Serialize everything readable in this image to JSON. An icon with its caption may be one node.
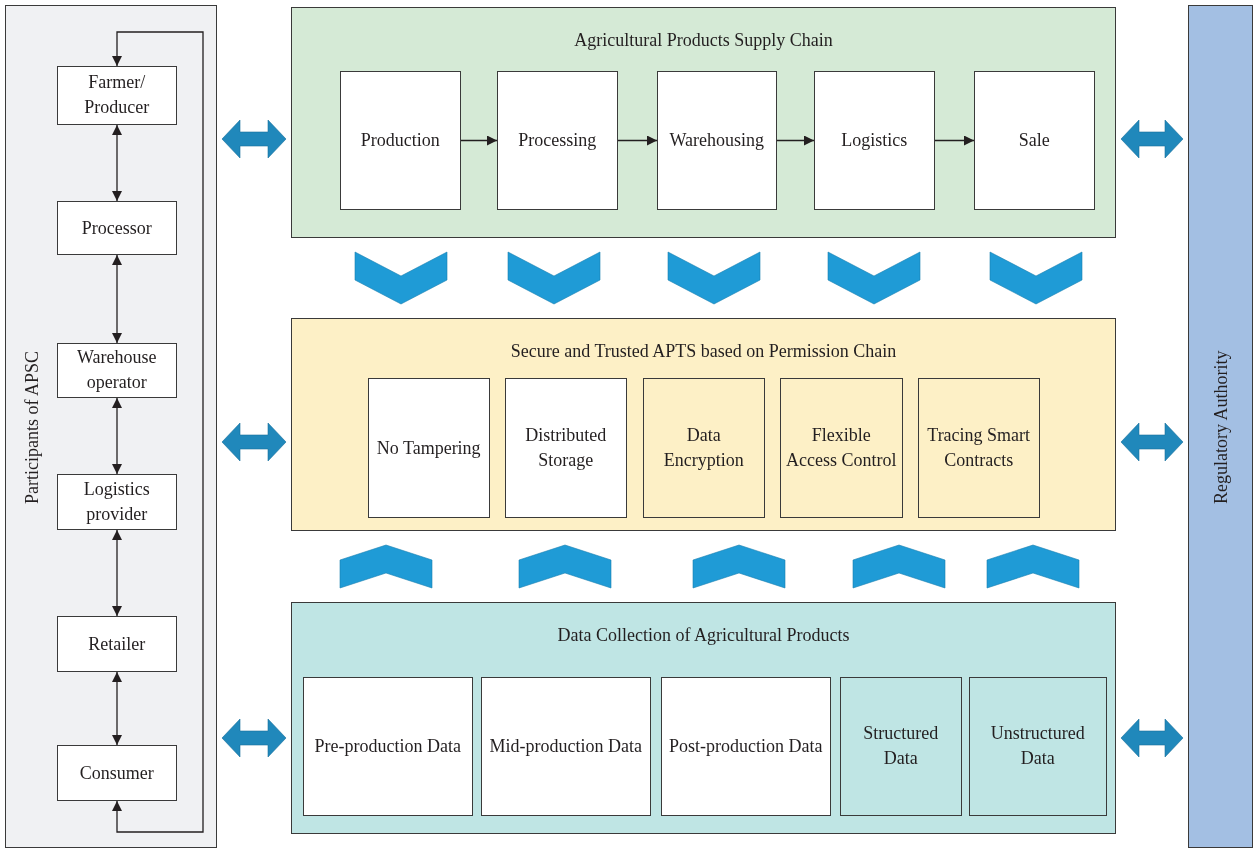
{
  "diagram": {
    "nodes": [
      {
        "text": [
          "Participants of APSC"
        ]
      },
      {
        "text": [
          "Farmer/ Producer"
        ],
        "in": 0
      },
      {
        "text": [
          "Processor"
        ],
        "in": 0
      },
      {
        "text": [
          "Warehouse operator"
        ],
        "in": 0
      },
      {
        "text": [
          "Logistics provider"
        ],
        "in": 0
      },
      {
        "text": [
          "Retailer"
        ],
        "in": 0
      },
      {
        "text": [
          "Consumer"
        ],
        "in": 0
      },
      {
        "text": [
          "Agricultural Products Supply Chain"
        ]
      },
      {
        "text": [
          "Production"
        ],
        "in": 7
      },
      {
        "text": [
          "Processing"
        ],
        "in": 7
      },
      {
        "text": [
          "Warehousing"
        ],
        "in": 7
      },
      {
        "text": [
          "Logistics"
        ],
        "in": 7
      },
      {
        "text": [
          "Sale"
        ],
        "in": 7
      },
      {
        "text": [
          "Secure and Trusted APTS based on Permission Chain"
        ]
      },
      {
        "text": [
          "No Tampering"
        ],
        "in": 13
      },
      {
        "text": [
          "Distributed Storage"
        ],
        "in": 13
      },
      {
        "text": [
          "Data Encryption"
        ],
        "in": 13
      },
      {
        "text": [
          "Flexible Access Control"
        ],
        "in": 13
      },
      {
        "text": [
          "Tracing Smart Contracts"
        ],
        "in": 13
      },
      {
        "text": [
          "Data Collection of Agricultural Products"
        ]
      },
      {
        "text": [
          "Pre-production Data"
        ],
        "in": 19
      },
      {
        "text": [
          "Mid-production Data"
        ],
        "in": 19
      },
      {
        "text": [
          "Post-production Data"
        ],
        "in": 19
      },
      {
        "text": [
          "Structured Data"
        ],
        "in": 19
      },
      {
        "text": [
          "Unstructured Data"
        ],
        "in": 19
      },
      {
        "text": [
          "Regulatory Authority"
        ]
      }
    ],
    "edges": [
      {
        "from": 1,
        "to": 2,
        "arrow": "both"
      },
      {
        "from": 2,
        "to": 3,
        "arrow": "both"
      },
      {
        "from": 3,
        "to": 4,
        "arrow": "both"
      },
      {
        "from": 4,
        "to": 5,
        "arrow": "both"
      },
      {
        "from": 5,
        "to": 6,
        "arrow": "both"
      },
      {
        "from": 6,
        "to": 1,
        "arrow": "both"
      },
      {
        "from": 8,
        "to": 9,
        "arrow": "to"
      },
      {
        "from": 9,
        "to": 10,
        "arrow": "to"
      },
      {
        "from": 10,
        "to": 11,
        "arrow": "to"
      },
      {
        "from": 11,
        "to": 12,
        "arrow": "to"
      },
      {
        "from": 0,
        "to": 7,
        "arrow": "both",
        "style": "thick",
        "color": "#2088bb"
      },
      {
        "from": 0,
        "to": 13,
        "arrow": "both",
        "style": "thick",
        "color": "#2088bb"
      },
      {
        "from": 0,
        "to": 19,
        "arrow": "both",
        "style": "thick",
        "color": "#2088bb"
      },
      {
        "from": 7,
        "to": 25,
        "arrow": "both",
        "style": "thick",
        "color": "#2088bb"
      },
      {
        "from": 13,
        "to": 25,
        "arrow": "both",
        "style": "thick",
        "color": "#2088bb"
      },
      {
        "from": 19,
        "to": 25,
        "arrow": "both",
        "style": "thick",
        "color": "#2088bb"
      },
      {
        "from": 7,
        "to": 13,
        "arrow": "to",
        "style": "thick",
        "color": "#1f9bd6"
      },
      {
        "from": 7,
        "to": 13,
        "arrow": "to",
        "style": "thick",
        "color": "#1f9bd6"
      },
      {
        "from": 7,
        "to": 13,
        "arrow": "to",
        "style": "thick",
        "color": "#1f9bd6"
      },
      {
        "from": 7,
        "to": 13,
        "arrow": "to",
        "style": "thick",
        "color": "#1f9bd6"
      },
      {
        "from": 7,
        "to": 13,
        "arrow": "to",
        "style": "thick",
        "color": "#1f9bd6"
      },
      {
        "from": 19,
        "to": 13,
        "arrow": "to",
        "style": "thick",
        "color": "#1f9bd6"
      },
      {
        "from": 19,
        "to": 13,
        "arrow": "to",
        "style": "thick",
        "color": "#1f9bd6"
      },
      {
        "from": 19,
        "to": 13,
        "arrow": "to",
        "style": "thick",
        "color": "#1f9bd6"
      },
      {
        "from": 19,
        "to": 13,
        "arrow": "to",
        "style": "thick",
        "color": "#1f9bd6"
      },
      {
        "from": 19,
        "to": 13,
        "arrow": "to",
        "style": "thick",
        "color": "#1f9bd6"
      }
    ]
  }
}
